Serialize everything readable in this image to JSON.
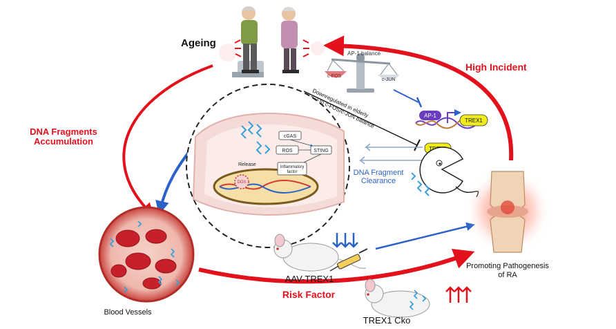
{
  "labels": {
    "ageing": "Ageing",
    "high_incident": "High Incident",
    "dna_fragments": "DNA Fragments",
    "accumulation": "Accumulation",
    "blood_vessels": "Blood Vessels",
    "risk_factor": "Risk Factor",
    "aav_trex1": "AAV-TREX1",
    "trex1_cko": "TREX1 Cko",
    "promoting_line1": "Promoting Pathogenesis",
    "promoting_line2": "of RA",
    "dna_clearance_line1": "DNA Fragment",
    "dna_clearance_line2": "Clearance",
    "downregulated_line1": "Downregulated in elderly",
    "downregulated_line2": "due to c-FOS/c-JUN balance",
    "ap1_balance": "AP-1 balance",
    "c_fos": "c-FOS",
    "c_jun": "c-JUN",
    "ap1": "AP-1",
    "trex1_gene": "TREX1",
    "trex1_enzyme": "TREX1"
  },
  "cell_pathway": {
    "cgas": "cGAS",
    "ros": "ROS",
    "sting": "STING",
    "release": "Release",
    "inflammatory_line1": "Inflammatory",
    "inflammatory_line2": "factor",
    "dox": "DOX"
  },
  "colors": {
    "red_arrow": "#e3111b",
    "blue_arrow": "#2a62c8",
    "label_red": "#e3111b",
    "label_blue": "#2a62c8",
    "trex1_badge": "#f0ec1a",
    "ap1_badge": "#6a3cc0"
  }
}
